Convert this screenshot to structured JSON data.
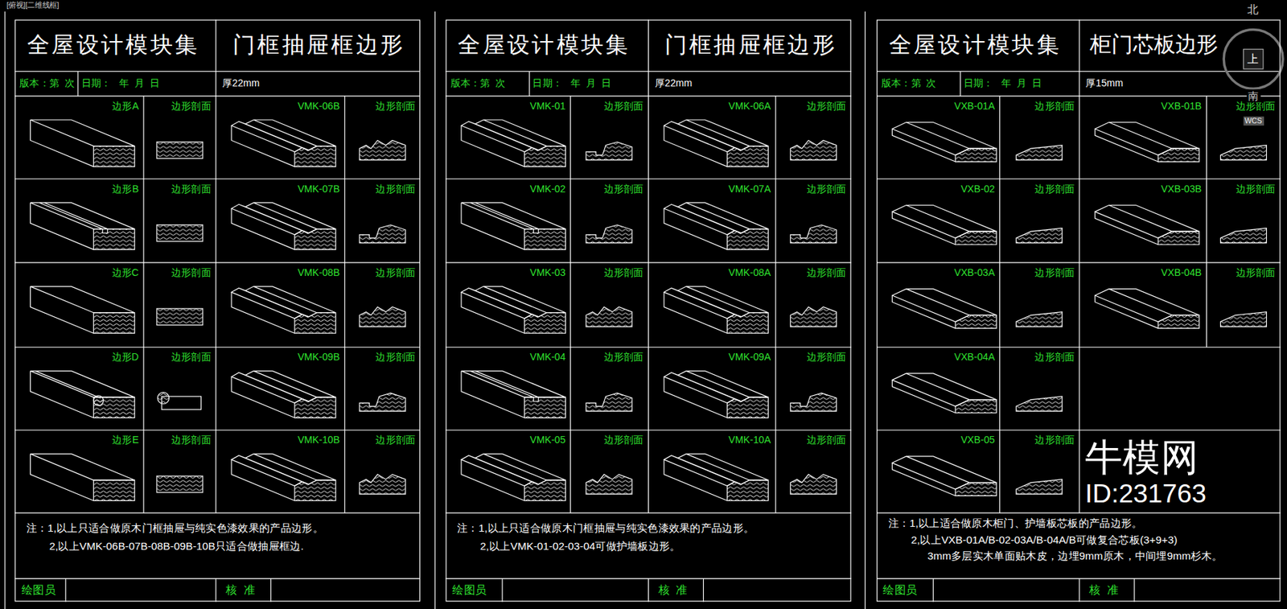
{
  "diagram": {
    "nodes": [
      {
        "text": [
          "全屋设计模块集",
          "门框抽屉框边形"
        ]
      },
      {
        "text": [
          "全屋设计模块集",
          "门框抽屉框边形"
        ]
      },
      {
        "text": [
          "全屋设计模块集",
          "柜门芯板边形"
        ]
      }
    ],
    "labels": [
      "[俯视][二维线框]",
      "版本：第  次",
      "日期：   年  月  日",
      "厚22mm",
      "边形A",
      "边形剖面",
      "VMK-06B",
      "边形剖面",
      "边形B",
      "边形剖面",
      "VMK-07B",
      "边形剖面",
      "边形C",
      "边形剖面",
      "VMK-08B",
      "边形剖面",
      "边形D",
      "边形剖面",
      "VMK-09B",
      "边形剖面",
      "边形E",
      "边形剖面",
      "VMK-10B",
      "边形剖面",
      "注：1,以上只适合做原木门框抽屉与纯实色漆效果的产品边形。",
      "2,以上VMK-06B-07B-08B-09B-10B只适合做抽屉框边.",
      "绘图员",
      "核  准",
      "版本：第  次",
      "日期：   年  月  日",
      "厚22mm",
      "VMK-01",
      "边形剖面",
      "VMK-06A",
      "边形剖面",
      "VMK-02",
      "边形剖面",
      "VMK-07A",
      "边形剖面",
      "VMK-03",
      "边形剖面",
      "VMK-08A",
      "边形剖面",
      "VMK-04",
      "边形剖面",
      "VMK-09A",
      "边形剖面",
      "VMK-05",
      "边形剖面",
      "VMK-10A",
      "边形剖面",
      "注：1,以上只适合做原木门框抽屉与纯实色漆效果的产品边形。",
      "2,以上VMK-01-02-03-04可做护墙板边形。",
      "绘图员",
      "核  准",
      "版本：第  次",
      "日期：   年  月  日",
      "厚15mm",
      "VXB-01A",
      "边形剖面",
      "VXB-01B",
      "边形剖面",
      "VXB-02",
      "边形剖面",
      "VXB-03B",
      "边形剖面",
      "VXB-03A",
      "边形剖面",
      "VXB-04B",
      "边形剖面",
      "VXB-04A",
      "边形剖面",
      "VXB-05",
      "边形剖面",
      "注：1,以上适合做原木柜门、护墙板芯板的产品边形。",
      "2,以上VXB-01A/B-02-03A/B-04A/B可做复合芯板(3+9+3)",
      "3mm多层实木单面贴木皮，边埋9mm原木，中间埋9mm杉木。",
      "绘图员",
      "核  准",
      "北",
      "上",
      "南",
      "WCS",
      "牛模网",
      "ID:231763"
    ]
  }
}
